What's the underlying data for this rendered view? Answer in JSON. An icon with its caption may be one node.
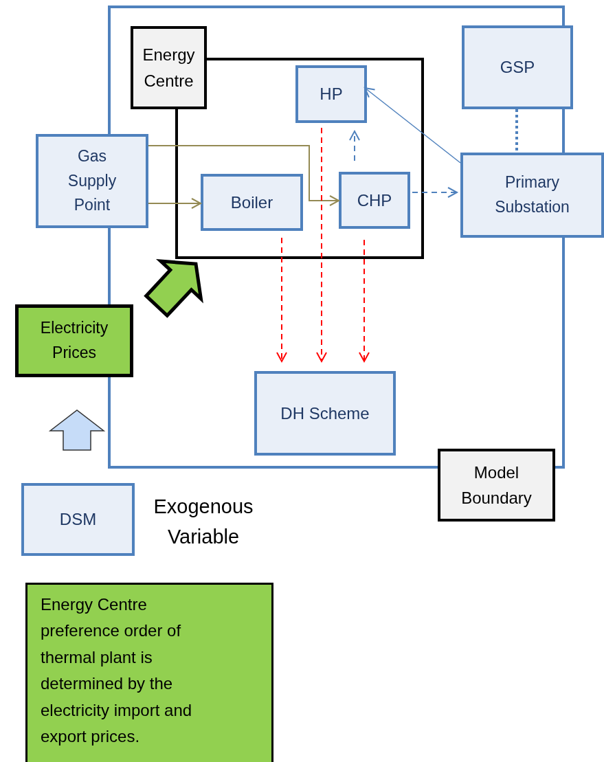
{
  "diagram": {
    "nodes": [
      {
        "text": [],
        "shape": "box"
      },
      {
        "text": [
          "Energy Centre"
        ],
        "in": 0
      },
      {
        "text": [],
        "shape": "box",
        "in": 0
      },
      {
        "text": [
          "HP"
        ],
        "in": 2
      },
      {
        "text": [
          "GSP"
        ]
      },
      {
        "text": [
          "Gas Supply Point"
        ]
      },
      {
        "text": [
          "Boiler"
        ],
        "in": 2
      },
      {
        "text": [
          "CHP"
        ],
        "in": 2
      },
      {
        "text": [
          "Primary Substation"
        ]
      },
      {
        "text": [
          "Electricity Prices"
        ]
      },
      {
        "text": [
          "DH Scheme"
        ],
        "in": 0
      },
      {
        "text": [
          "Model Boundary"
        ]
      },
      {
        "text": [
          "DSM"
        ],
        "beside": [
          "Exogenous Variable"
        ]
      },
      {
        "text": [
          "Energy Centre preference order of thermal plant is determined by the electricity import and export prices."
        ]
      }
    ],
    "edges": [
      {
        "from": 5,
        "to": 7,
        "arrow": "to",
        "color": "#948a54"
      },
      {
        "from": 5,
        "to": 6,
        "arrow": "to",
        "color": "#948a54"
      },
      {
        "from": 7,
        "to": 3,
        "arrow": "to",
        "style": "dashed"
      },
      {
        "from": 7,
        "to": 8,
        "arrow": "to",
        "style": "dashed"
      },
      {
        "from": 8,
        "to": 3,
        "arrow": "to"
      },
      {
        "from": 4,
        "to": 8,
        "arrow": "none",
        "style": "dashed"
      },
      {
        "from": 6,
        "to": 10,
        "arrow": "to",
        "style": "dashed",
        "color": "#ff0000"
      },
      {
        "from": 3,
        "to": 10,
        "arrow": "to",
        "style": "dashed",
        "color": "#ff0000"
      },
      {
        "from": 7,
        "to": 10,
        "arrow": "to",
        "style": "dashed",
        "color": "#ff0000"
      },
      {
        "from": 9,
        "to": 2,
        "arrow": "to",
        "style": "thick",
        "color": "#92d050"
      },
      {
        "from": 12,
        "to": 9,
        "arrow": "to",
        "style": "thick",
        "color": "#c6dcf8"
      }
    ]
  }
}
